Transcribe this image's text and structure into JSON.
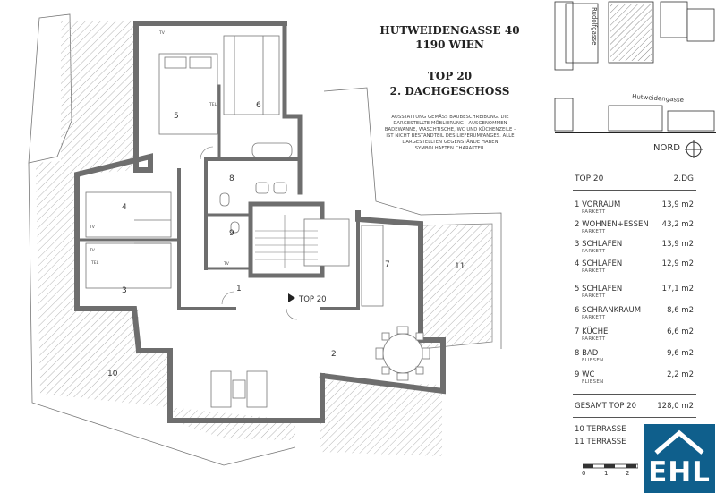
{
  "header": {
    "street": "HUTWEIDENGASSE 40",
    "city": "1190 WIEN",
    "unit": "TOP 20",
    "floor": "2. DACHGESCHOSS"
  },
  "note": "AUSSTATTUNG GEMÄSS BAUBESCHREIBUNG. DIE DARGESTELLTE MÖBLIERUNG - AUSGENOMMEN BADEWANNE, WASCHTISCHE, WC UND KÜCHENZEILE - IST NICHT BESTANDTEIL DES LIEFERUMFANGES. ALLE DARGESTELLTEN GEGENSTÄNDE HABEN SYMBOLHAFTEN CHARAKTER.",
  "map": {
    "street_vertical": "Rudolfgasse",
    "street_horizontal": "Hutweidengasse"
  },
  "compass": "NORD",
  "table": {
    "title": "TOP 20",
    "floor": "2.DG",
    "rooms": [
      {
        "label": "1 VORRAUM",
        "floor_type": "PARKETT",
        "area": "13,9 m2"
      },
      {
        "label": "2 WOHNEN+ESSEN",
        "floor_type": "PARKETT",
        "area": "43,2 m2"
      },
      {
        "label": "3 SCHLAFEN",
        "floor_type": "PARKETT",
        "area": "13,9 m2"
      },
      {
        "label": "4 SCHLAFEN",
        "floor_type": "PARKETT",
        "area": "12,9 m2"
      },
      {
        "label": "5 SCHLAFEN",
        "floor_type": "PARKETT",
        "area": "17,1 m2"
      },
      {
        "label": "6 SCHRANKRAUM",
        "floor_type": "PARKETT",
        "area": "8,6 m2"
      },
      {
        "label": "7 KÜCHE",
        "floor_type": "PARKETT",
        "area": "6,6 m2"
      },
      {
        "label": "8 BAD",
        "floor_type": "FLIESEN",
        "area": "9,6 m2"
      },
      {
        "label": "9 WC",
        "floor_type": "FLIESEN",
        "area": "2,2 m2"
      }
    ],
    "total_label": "GESAMT TOP 20",
    "total_area": "128,0 m2",
    "terraces": [
      {
        "label": "10 TERRASSE"
      },
      {
        "label": "11 TERRASSE"
      }
    ]
  },
  "plan": {
    "room_numbers": [
      "1",
      "2",
      "3",
      "4",
      "5",
      "6",
      "7",
      "8",
      "9",
      "10",
      "11"
    ],
    "entry_label": "TOP 20",
    "tv": "TV",
    "tel": "TEL"
  },
  "scale": [
    "0",
    "1",
    "2"
  ],
  "logo": "EHL",
  "colors": {
    "wall": "#6e6e6e",
    "terrace_hatch": "#a8a8a8",
    "text": "#2a2a2a",
    "brand": "#0f5f8c"
  }
}
